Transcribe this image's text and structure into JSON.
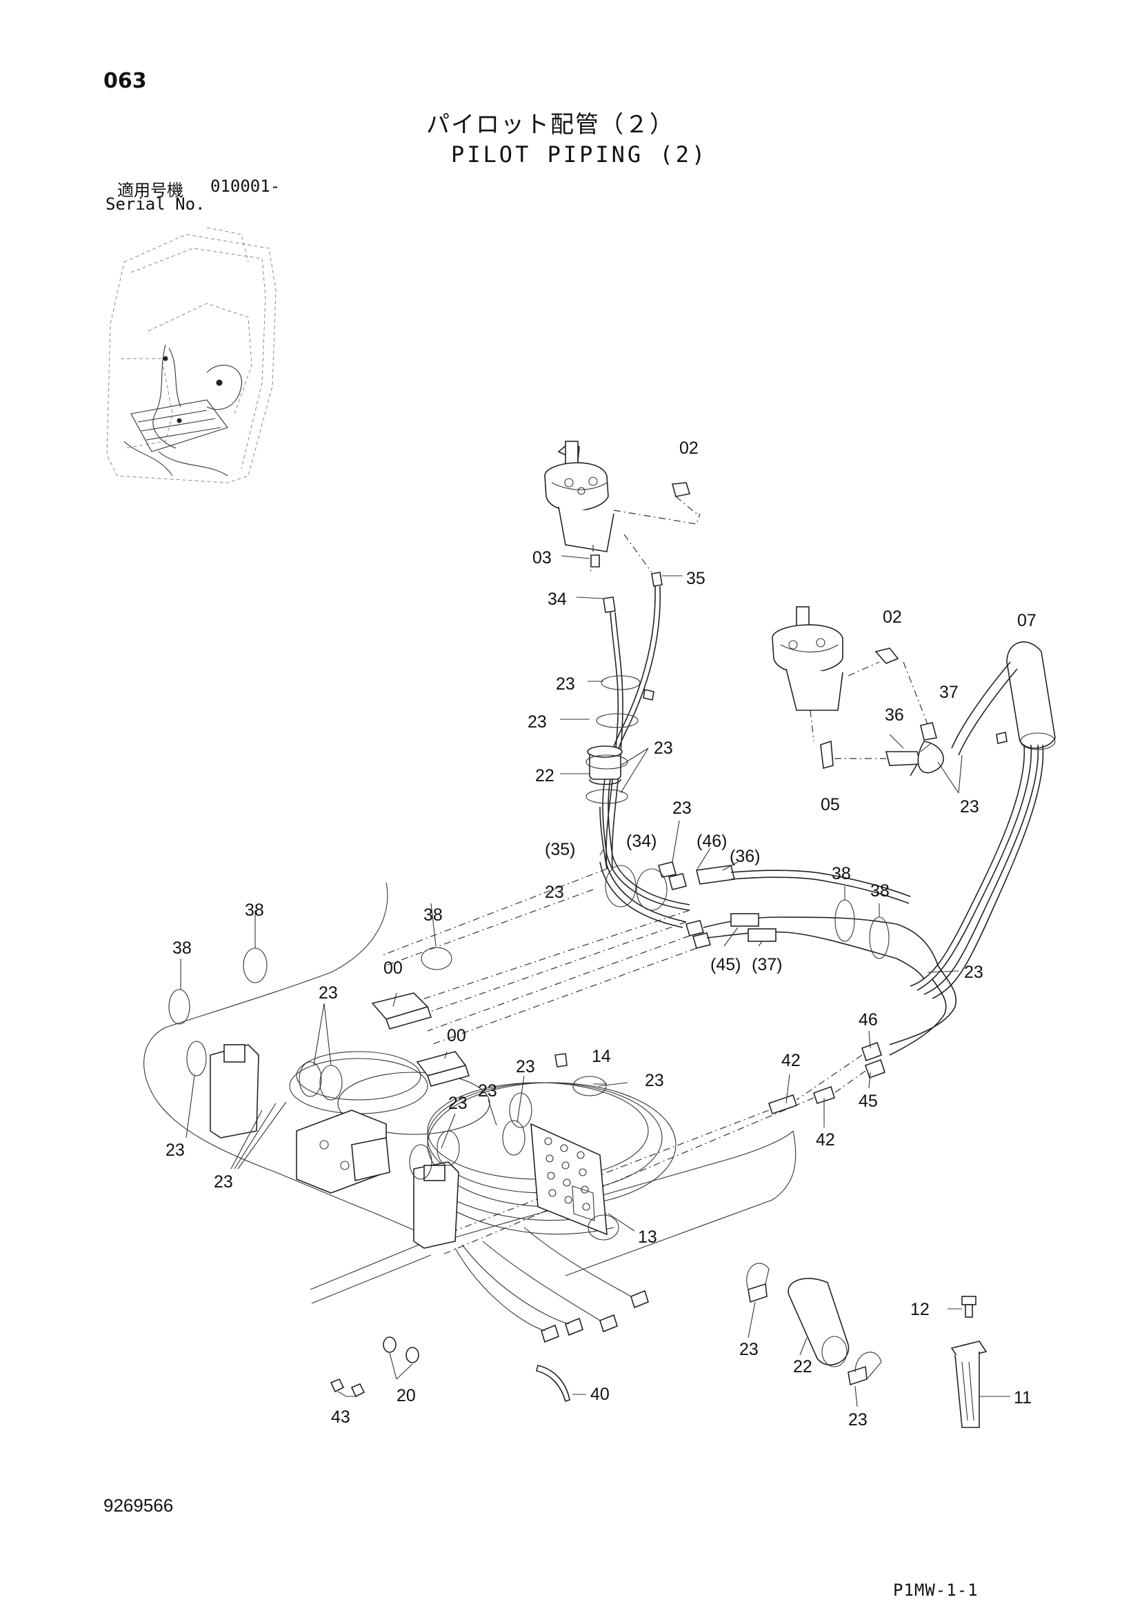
{
  "header": {
    "page_number": "063",
    "title_jp": "パイロット配管（２）",
    "title_en": "PILOT PIPING (2)",
    "serial_label_jp": "適用号機",
    "serial_value": "010001-",
    "serial_label_en": "Serial No."
  },
  "footer": {
    "doc_number": "9269566",
    "page_code": "P1MW-1-1"
  },
  "callouts": [
    "02",
    "03",
    "35",
    "34",
    "23",
    "23",
    "22",
    "23",
    "02",
    "07",
    "37",
    "36",
    "05",
    "23",
    "23",
    "(34)",
    "(35)",
    "(46)",
    "(36)",
    "23",
    "38",
    "38",
    "(45)",
    "(37)",
    "23",
    "38",
    "38",
    "38",
    "00",
    "23",
    "00",
    "14",
    "23",
    "23",
    "23",
    "46",
    "42",
    "45",
    "42",
    "23",
    "23",
    "23",
    "13",
    "12",
    "11",
    "23",
    "22",
    "23",
    "40",
    "20",
    "43"
  ]
}
